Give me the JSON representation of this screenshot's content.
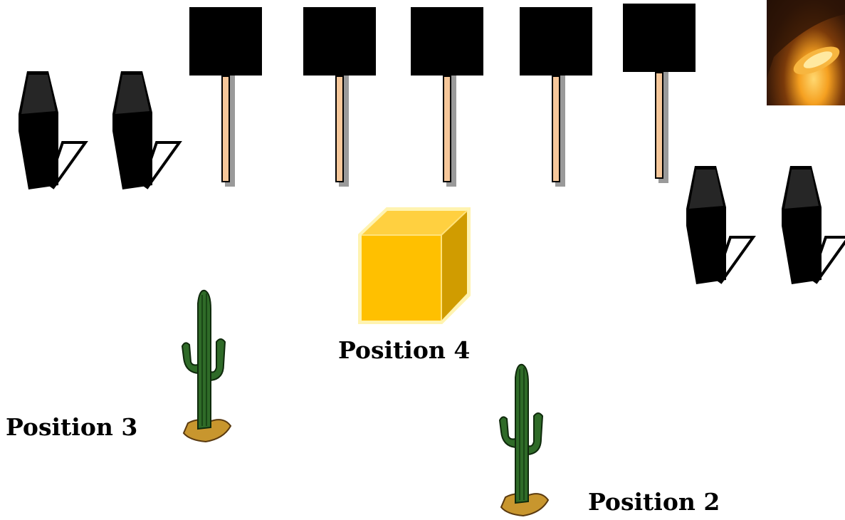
{
  "labels": {
    "position_4": "Position 4",
    "position_3": "Position 3",
    "position_2": "Position 2"
  },
  "colors": {
    "sign_board": "#000000",
    "sign_pole": "#f6c79a",
    "cube_front": "#ffc000",
    "cube_top": "#ffd040",
    "cube_side": "#d09c00",
    "cactus": "#2f6b28"
  },
  "icons": [
    "trash-can-icon",
    "sign-icon",
    "cube-icon",
    "cactus-icon",
    "fire-photo"
  ]
}
